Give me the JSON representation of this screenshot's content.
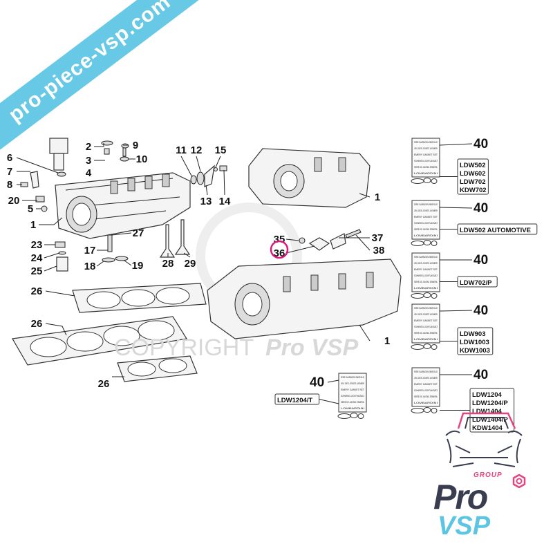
{
  "watermark_banner": {
    "text": "pro-piece-vsp.com",
    "color": "#5bc5e3"
  },
  "copyright_watermark": {
    "text": "COPYRIGHT",
    "brand": "Pro VSP"
  },
  "callouts": {
    "left_head": [
      "6",
      "7",
      "8",
      "20",
      "5",
      "1",
      "2",
      "3",
      "4",
      "9",
      "10",
      "11",
      "12",
      "15",
      "13",
      "14",
      "27",
      "17",
      "18",
      "19",
      "28",
      "29",
      "23",
      "24",
      "25"
    ],
    "gaskets": [
      "26",
      "26",
      "26"
    ],
    "center": [
      "1",
      "35",
      "36",
      "37",
      "38",
      "1"
    ],
    "highlighted": "36",
    "highlight_color": "#d81b7a"
  },
  "kits": [
    {
      "ref": "40",
      "models": [
        "LDW502",
        "LDW602",
        "LDW702",
        "KDW702"
      ]
    },
    {
      "ref": "40",
      "models": [
        "LDW502 AUTOMOTIVE"
      ]
    },
    {
      "ref": "40",
      "models": [
        "LDW702/P"
      ]
    },
    {
      "ref": "40",
      "models": [
        "LDW903",
        "LDW1003",
        "KDW1003"
      ]
    },
    {
      "ref": "40",
      "models": [
        "LDW1204",
        "LDW1204/P",
        "LDW1404",
        "LDW1404/P",
        "KDW1404"
      ]
    },
    {
      "ref": "40",
      "models": [
        "LDW1204/T"
      ]
    }
  ],
  "kit_card_text": [
    "SERIE GUARNIZIONI SMERIGLIO",
    "JEU DES JOINTS A EMERI",
    "EMERY GASKET SET",
    "SCHMIRGEL-DICHTUNGSATZ",
    "SERIE DE JUNTAS ESMERIL",
    "LOMBARDINI"
  ],
  "logo": {
    "group": "GROUP",
    "pro": "Pro",
    "vsp": "VSP",
    "colors": {
      "dark": "#3a3d50",
      "blue": "#5bc5e3",
      "pink": "#e5437f"
    }
  }
}
